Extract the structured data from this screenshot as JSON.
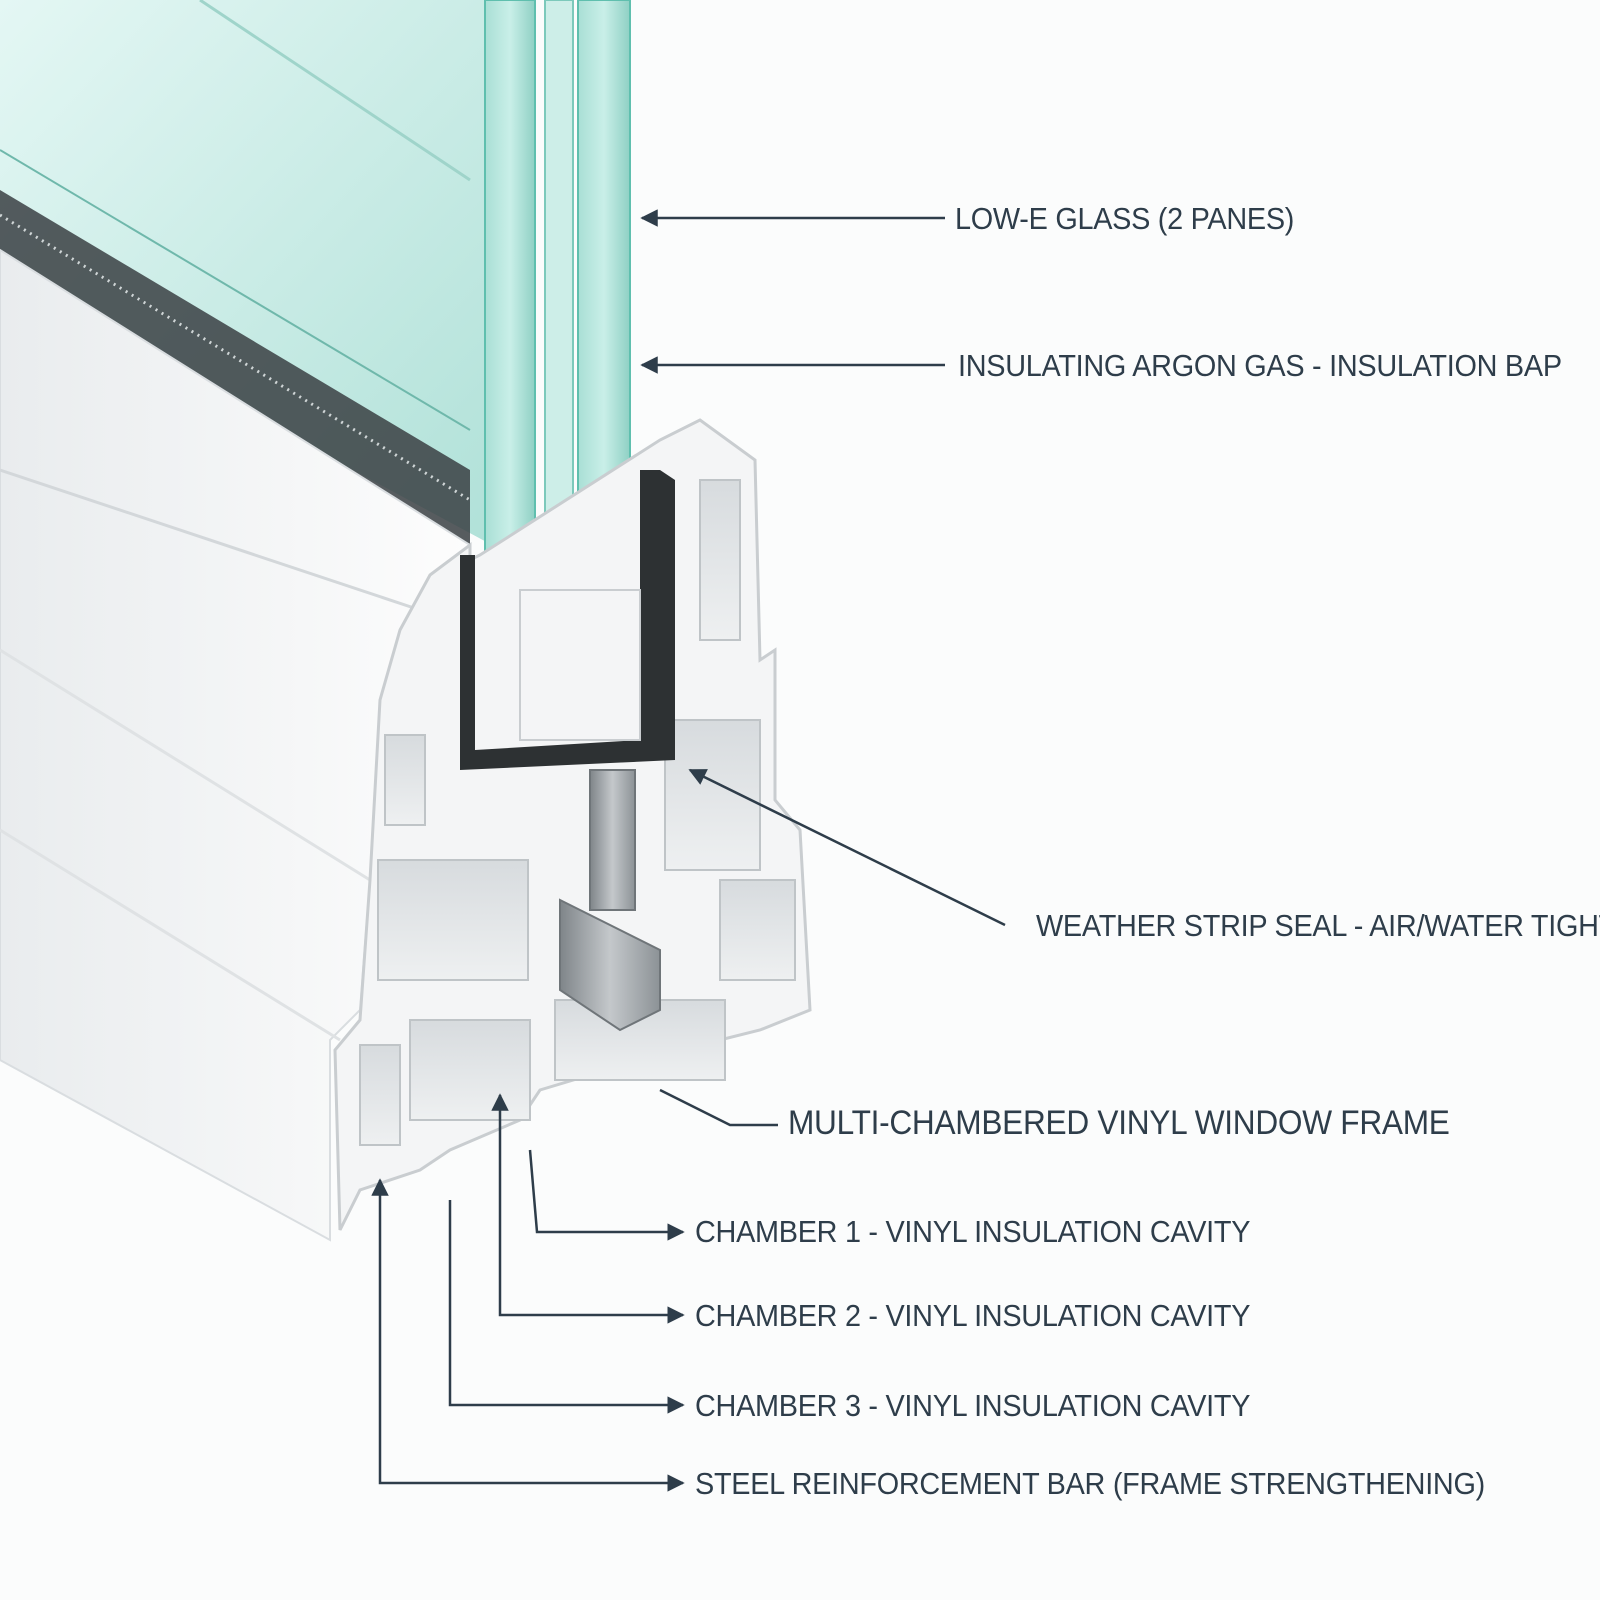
{
  "diagram": {
    "colors": {
      "background": "#fbfcfc",
      "glass": "#bfe9e2",
      "glass_edge": "#5fbfae",
      "frame": "#f2f3f4",
      "frame_shadow": "#cfd3d6",
      "gasket": "#2d3133",
      "steel": "#9a9fa3",
      "leader": "#2e3d4a"
    },
    "callouts": {
      "low_e_glass": "LOW-E GLASS (2 PANES)",
      "argon_gas": "INSULATING ARGON GAS - INSULATION BAP",
      "weather_strip": "WEATHER STRIP SEAL - AIR/WATER TIGHT",
      "vinyl_frame": "MULTI-CHAMBERED VINYL WINDOW FRAME",
      "chamber_1": "CHAMBER 1 - VINYL INSULATION CAVITY",
      "chamber_2": "CHAMBER 2 - VINYL INSULATION CAVITY",
      "chamber_3": "CHAMBER 3 - VINYL INSULATION CAVITY",
      "steel_bar": "STEEL REINFORCEMENT BAR (FRAME STRENGTHENING)"
    }
  }
}
